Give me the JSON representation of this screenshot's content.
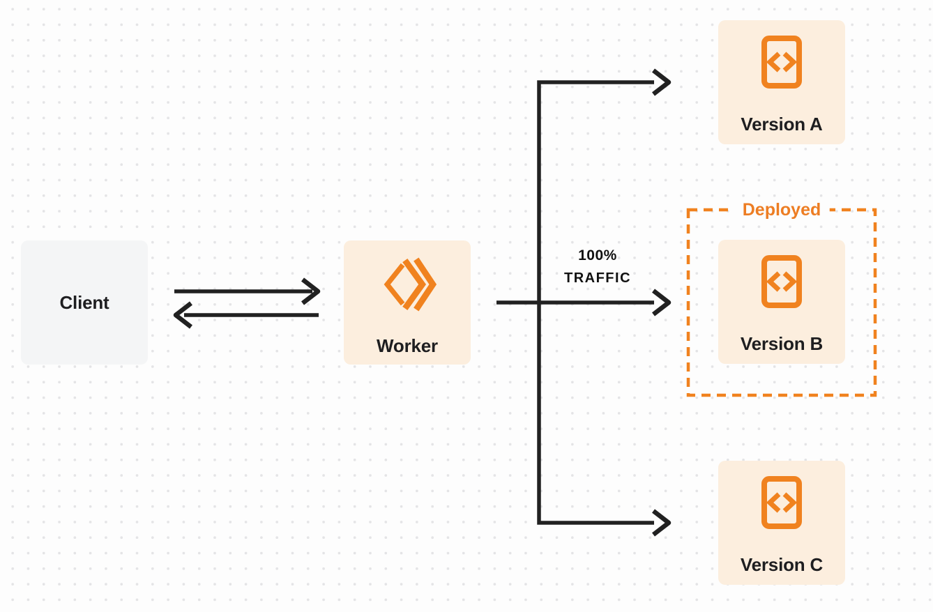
{
  "nodes": {
    "client": {
      "label": "Client"
    },
    "worker": {
      "label": "Worker",
      "icon": "cloudflare-workers-icon"
    },
    "version_a": {
      "label": "Version A",
      "icon": "code-file-icon"
    },
    "version_b": {
      "label": "Version B",
      "icon": "code-file-icon"
    },
    "version_c": {
      "label": "Version C",
      "icon": "code-file-icon"
    }
  },
  "annotations": {
    "deployed_label": "Deployed",
    "traffic_label_line1": "100%",
    "traffic_label_line2": "TRAFFIC"
  },
  "edges": [
    {
      "from": "client",
      "to": "worker",
      "style": "arrow-right"
    },
    {
      "from": "worker",
      "to": "client",
      "style": "arrow-left"
    },
    {
      "from": "worker",
      "to": "version_a",
      "style": "arrow-right"
    },
    {
      "from": "worker",
      "to": "version_b",
      "style": "arrow-right",
      "label": "100% TRAFFIC"
    },
    {
      "from": "worker",
      "to": "version_c",
      "style": "arrow-right"
    }
  ],
  "colors": {
    "accent_orange": "#F0821F",
    "deployed_orange": "#ED7D23",
    "orange_node_fill": "#FCEEDE",
    "client_node_fill": "#F4F5F6",
    "arrow_color": "#212121",
    "label_text": "#1E1E20",
    "dot_grid": "#E4E4E6",
    "canvas_bg": "#FDFDFD"
  }
}
